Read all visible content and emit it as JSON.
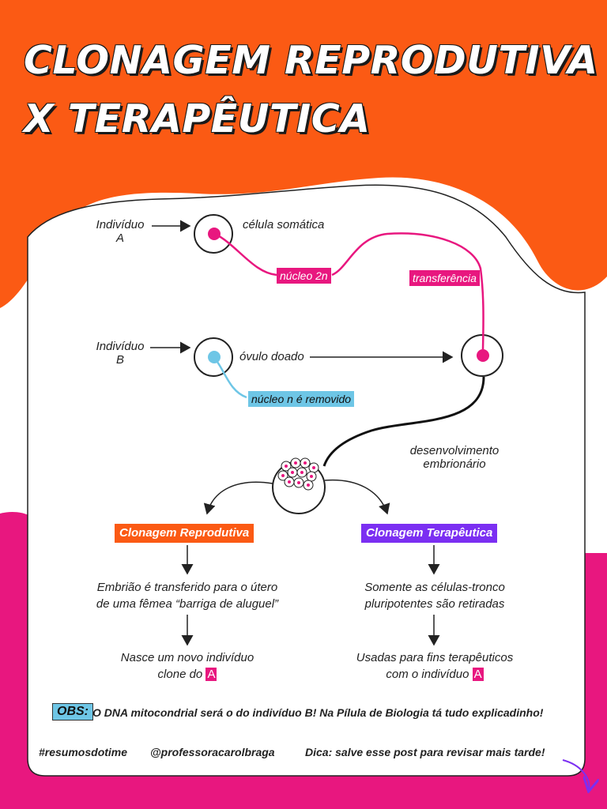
{
  "title": {
    "line1": "CLONAGEM REPRODUTIVA",
    "line2": "X TERAPÊUTICA"
  },
  "labels": {
    "individual_a_1": "Indivíduo",
    "individual_a_2": "A",
    "somatic_cell": "célula somática",
    "nucleus_2n": "núcleo 2n",
    "transfer": "transferência",
    "individual_b_1": "Indivíduo",
    "individual_b_2": "B",
    "donated_egg": "óvulo doado",
    "nucleus_removed": "núcleo n é removido",
    "embryo_dev_1": "desenvolvimento",
    "embryo_dev_2": "embrionário"
  },
  "reproductive": {
    "heading": "Clonagem Reprodutiva",
    "step1_line1": "Embrião é transferido para o útero",
    "step1_line2": "de uma fêmea “barriga de aluguel”",
    "step2_line1": "Nasce um novo indivíduo",
    "step2_line2": "clone do",
    "step2_letter": "A"
  },
  "therapeutic": {
    "heading": "Clonagem Terapêutica",
    "step1_line1": "Somente as células-tronco",
    "step1_line2": "pluripotentes são retiradas",
    "step2_line1": "Usadas para fins terapêuticos",
    "step2_line2": "com o indivíduo",
    "step2_letter": "A"
  },
  "obs": {
    "tag": "OBS:",
    "text": "O DNA mitocondrial será o do indivíduo B! Na Pílula de Biologia tá tudo explicadinho!"
  },
  "footer": {
    "hashtag": "#resumosdotime",
    "handle": "@professoracarolbraga",
    "tip": "Dica: salve esse post para revisar mais tarde!"
  },
  "colors": {
    "orange": "#fb5a14",
    "pink": "#e8177f",
    "blue": "#6ec6e6",
    "purple": "#7b2ff2"
  }
}
